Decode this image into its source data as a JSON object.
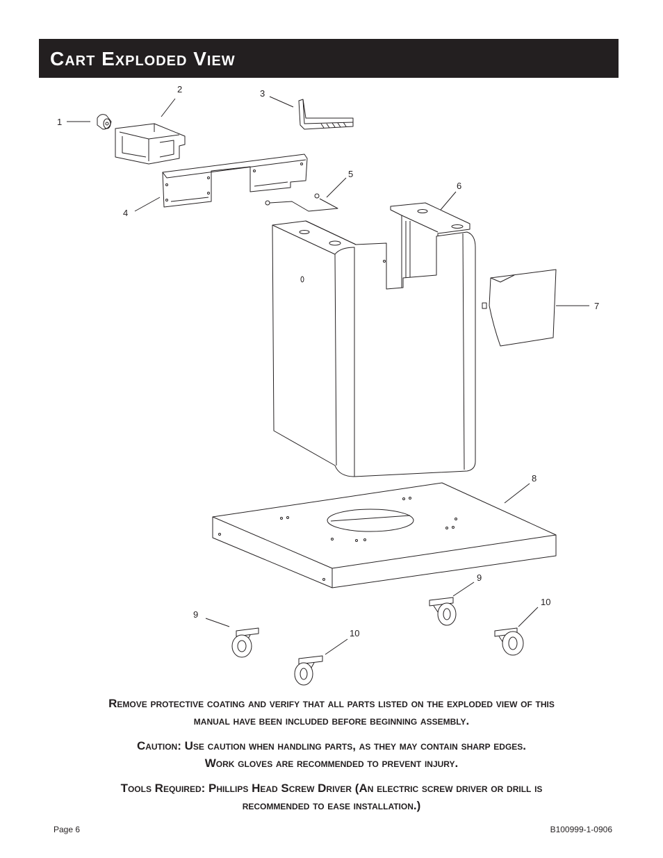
{
  "header": {
    "title": "Cart Exploded View"
  },
  "diagram": {
    "callouts": [
      {
        "id": "1",
        "label": "1"
      },
      {
        "id": "2",
        "label": "2"
      },
      {
        "id": "3",
        "label": "3"
      },
      {
        "id": "4",
        "label": "4"
      },
      {
        "id": "5",
        "label": "5"
      },
      {
        "id": "6",
        "label": "6"
      },
      {
        "id": "7",
        "label": "7"
      },
      {
        "id": "8",
        "label": "8"
      },
      {
        "id": "9a",
        "label": "9"
      },
      {
        "id": "9b",
        "label": "9"
      },
      {
        "id": "10a",
        "label": "10"
      },
      {
        "id": "10b",
        "label": "10"
      }
    ]
  },
  "notes": {
    "remove_line1": "Remove protective coating and verify that all parts listed on the exploded view of this",
    "remove_line2": "manual have been included before beginning assembly.",
    "caution_line1": "Caution:  Use caution when handling parts, as they may contain sharp edges.",
    "caution_line2": "Work gloves are recommended to prevent injury.",
    "tools_line1": "Tools Required:  Phillips Head Screw Driver (An electric screw driver or drill is",
    "tools_line2": "recommended to ease installation.)"
  },
  "footer": {
    "page": "Page 6",
    "doc_number": "B100999-1-0906"
  }
}
